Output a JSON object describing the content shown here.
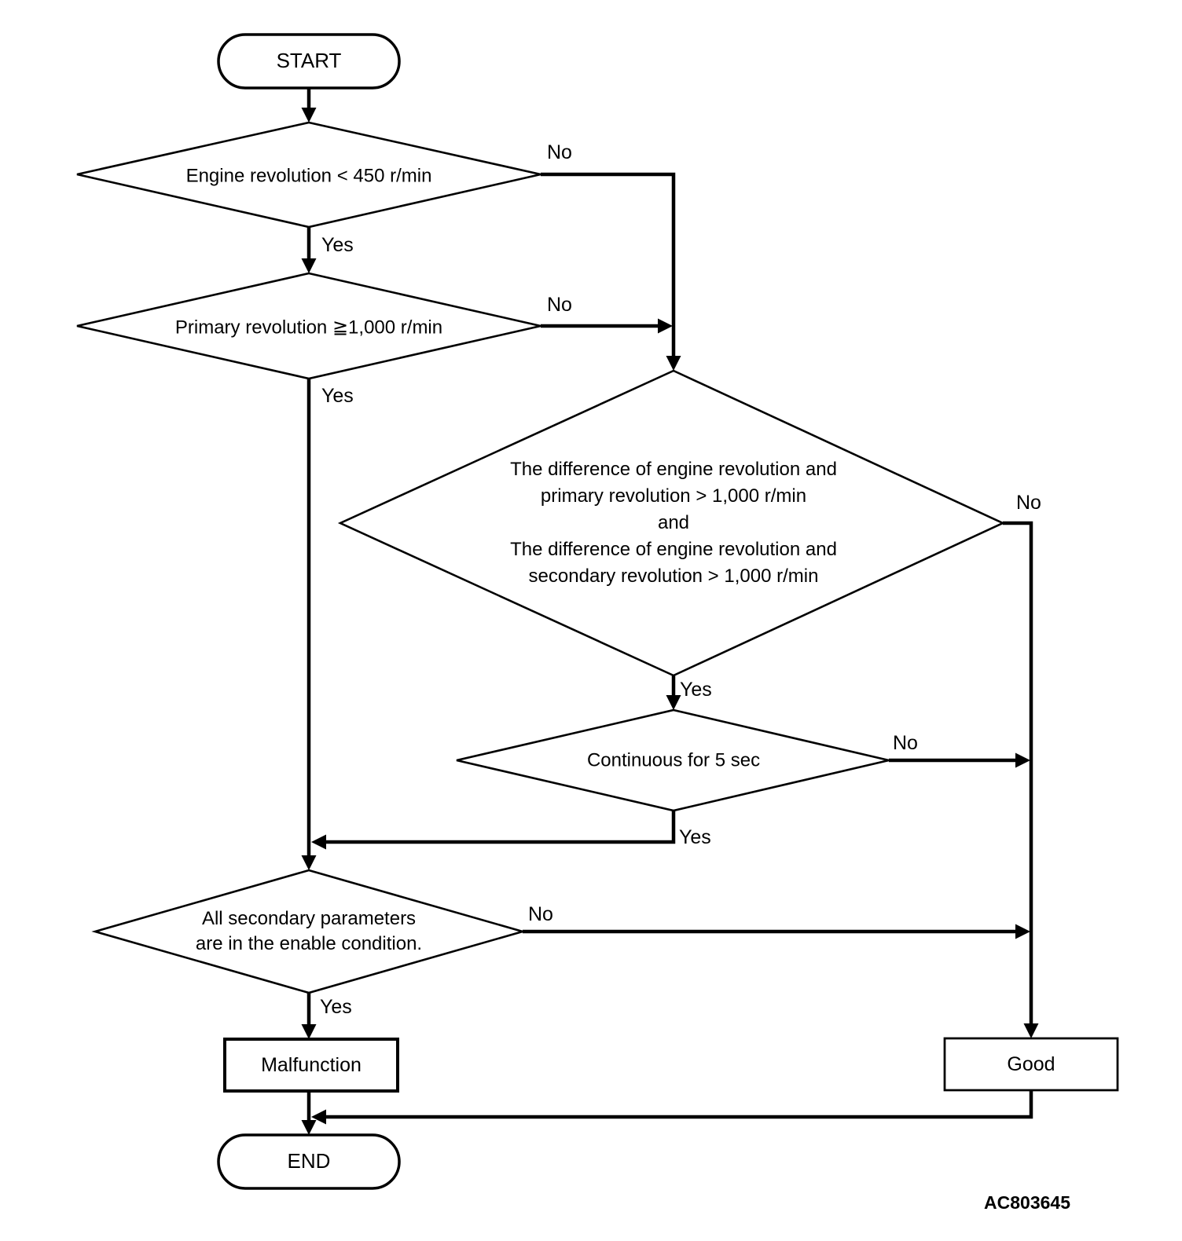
{
  "flowchart": {
    "figure_code": "AC803645",
    "colors": {
      "line": "#000000",
      "background": "#ffffff",
      "text": "#000000"
    },
    "nodes": {
      "start": {
        "type": "terminator",
        "label": "START"
      },
      "engine_revolution": {
        "type": "decision",
        "label": "Engine revolution < 450 r/min"
      },
      "primary_revolution": {
        "type": "decision",
        "label": "Primary revolution ≧1,000 r/min"
      },
      "revolution_difference": {
        "type": "decision",
        "label": "The difference of engine revolution and\nprimary revolution > 1,000 r/min\nand\nThe difference of engine revolution and\nsecondary revolution > 1,000 r/min"
      },
      "continuous": {
        "type": "decision",
        "label": "Continuous for 5 sec"
      },
      "secondary_parameters": {
        "type": "decision",
        "label": "All secondary parameters\nare in the enable condition."
      },
      "malfunction": {
        "type": "process",
        "label": "Malfunction"
      },
      "good": {
        "type": "process",
        "label": "Good"
      },
      "end": {
        "type": "terminator",
        "label": "END"
      }
    },
    "edge_labels": {
      "engine_revolution_yes": "Yes",
      "engine_revolution_no": "No",
      "primary_revolution_yes": "Yes",
      "primary_revolution_no": "No",
      "revolution_difference_yes": "Yes",
      "revolution_difference_no": "No",
      "continuous_yes": "Yes",
      "continuous_no": "No",
      "secondary_parameters_yes": "Yes",
      "secondary_parameters_no": "No"
    }
  }
}
